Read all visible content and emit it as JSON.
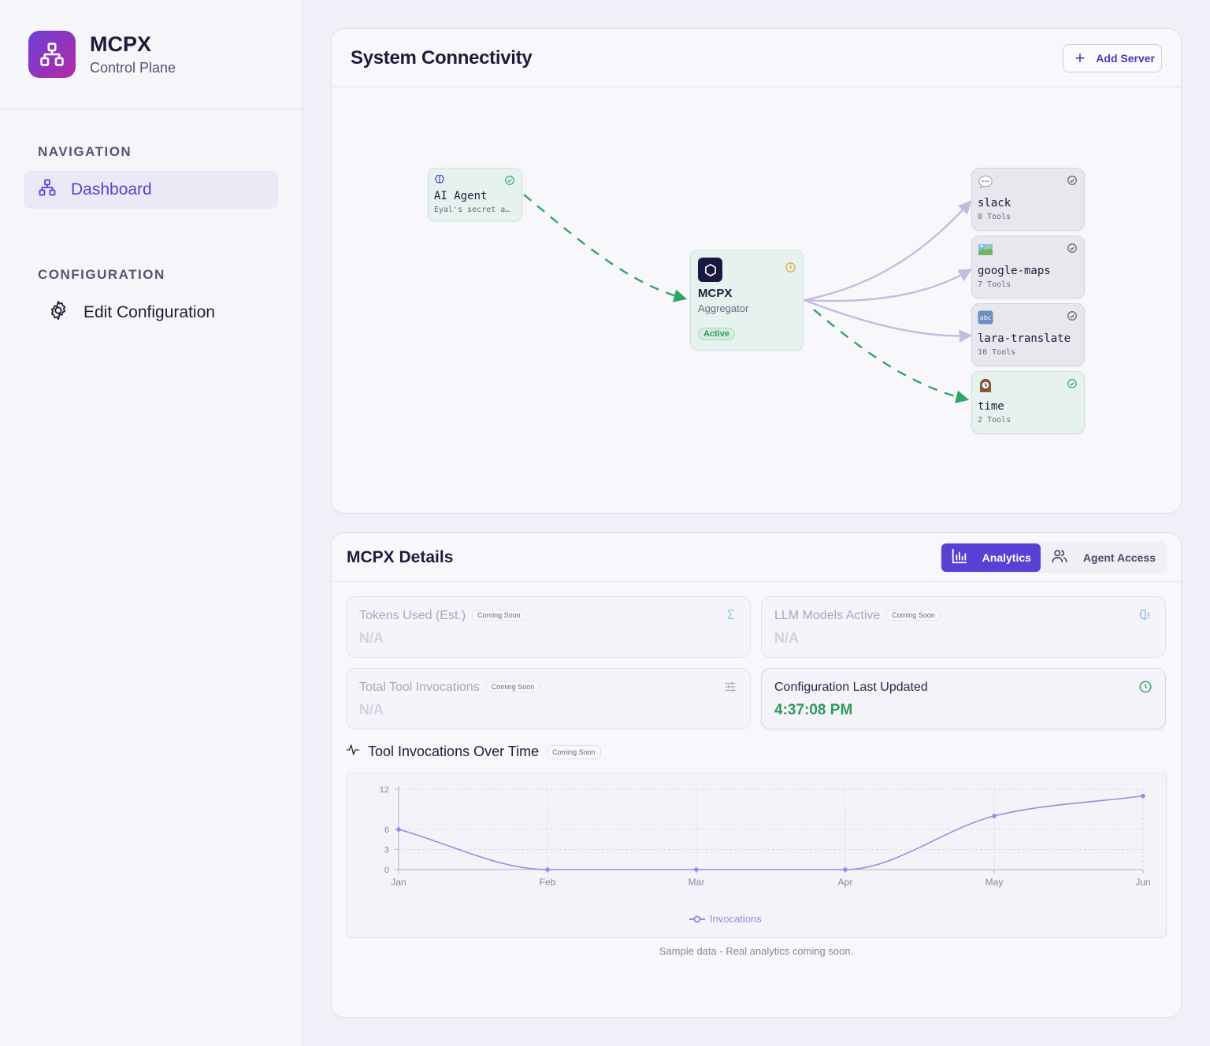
{
  "brand": {
    "title": "MCPX",
    "subtitle": "Control Plane"
  },
  "sidebar": {
    "sections": [
      {
        "label": "NAVIGATION",
        "items": [
          {
            "label": "Dashboard",
            "icon": "network-icon",
            "active": true
          }
        ]
      },
      {
        "label": "CONFIGURATION",
        "items": [
          {
            "label": "Edit Configuration",
            "icon": "gear-icon",
            "active": false
          }
        ]
      }
    ]
  },
  "connectivity": {
    "title": "System Connectivity",
    "add_server_label": "Add Server",
    "agent": {
      "name": "AI Agent",
      "subtitle": "Eyal's secret a…"
    },
    "aggregator": {
      "name": "MCPX",
      "subtitle": "Aggregator",
      "status": "Active"
    },
    "servers": [
      {
        "name": "slack",
        "tools": "8 Tools",
        "icon": "speech-bubble-icon",
        "state": "idle"
      },
      {
        "name": "google-maps",
        "tools": "7 Tools",
        "icon": "map-icon",
        "state": "idle"
      },
      {
        "name": "lara-translate",
        "tools": "10 Tools",
        "icon": "abc-icon",
        "state": "idle"
      },
      {
        "name": "time",
        "tools": "2 Tools",
        "icon": "clock-icon",
        "state": "active"
      }
    ],
    "colors": {
      "active_edge": "#2fa566",
      "idle_edge": "#c9c1e0"
    }
  },
  "details": {
    "title": "MCPX Details",
    "tabs": [
      {
        "label": "Analytics",
        "icon": "bar-chart-icon",
        "active": true
      },
      {
        "label": "Agent Access",
        "icon": "users-icon",
        "active": false
      }
    ],
    "stats": [
      {
        "label": "Tokens Used (Est.)",
        "badge": "Coming Soon",
        "value": "N/A",
        "icon": "sigma-icon"
      },
      {
        "label": "LLM Models Active",
        "badge": "Coming Soon",
        "value": "N/A",
        "icon": "brain-icon"
      },
      {
        "label": "Total Tool Invocations",
        "badge": "Coming Soon",
        "value": "N/A",
        "icon": "sliders-icon"
      },
      {
        "label": "Configuration Last Updated",
        "badge": "",
        "value": "4:37:08 PM",
        "icon": "clock-icon"
      }
    ],
    "chart_heading": "Tool Invocations Over Time",
    "chart_badge": "Coming Soon",
    "chart_note": "Sample data - Real analytics coming soon."
  },
  "chart_data": {
    "type": "line",
    "categories": [
      "Jan",
      "Feb",
      "Mar",
      "Apr",
      "May",
      "Jun"
    ],
    "series": [
      {
        "name": "Invocations",
        "values": [
          6,
          0,
          0,
          0,
          8,
          11
        ]
      }
    ],
    "yticks": [
      0,
      3,
      6,
      12
    ],
    "ylim": [
      0,
      12
    ],
    "grid": true,
    "legend": "bottom-center",
    "color": "#a087e0"
  }
}
